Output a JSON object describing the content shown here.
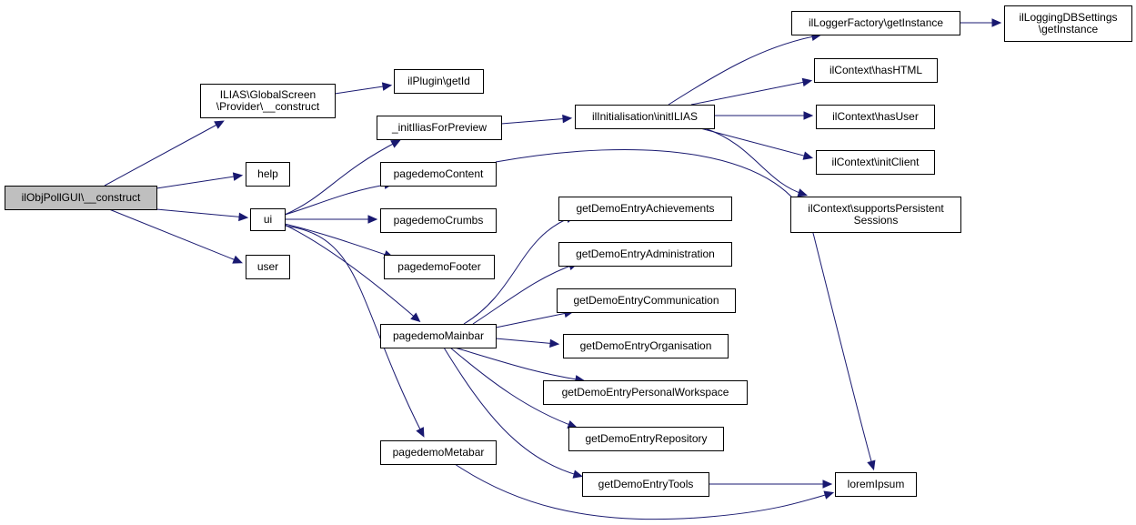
{
  "diagram": {
    "nodes": [
      {
        "id": "root",
        "lines": [
          "ilObjPollGUI\\__construct"
        ],
        "highlight": true
      },
      {
        "id": "gs",
        "lines": [
          "ILIAS\\GlobalScreen",
          "\\Provider\\__construct"
        ]
      },
      {
        "id": "plugin",
        "lines": [
          "ilPlugin\\getId"
        ]
      },
      {
        "id": "help",
        "lines": [
          "help"
        ]
      },
      {
        "id": "ui",
        "lines": [
          "ui"
        ]
      },
      {
        "id": "user",
        "lines": [
          "user"
        ]
      },
      {
        "id": "initIlias",
        "lines": [
          "_initIliasForPreview"
        ]
      },
      {
        "id": "content",
        "lines": [
          "pagedemoContent"
        ]
      },
      {
        "id": "crumbs",
        "lines": [
          "pagedemoCrumbs"
        ]
      },
      {
        "id": "footer",
        "lines": [
          "pagedemoFooter"
        ]
      },
      {
        "id": "mainbar",
        "lines": [
          "pagedemoMainbar"
        ]
      },
      {
        "id": "metabar",
        "lines": [
          "pagedemoMetabar"
        ]
      },
      {
        "id": "initILIAS",
        "lines": [
          "ilInitialisation\\initILIAS"
        ]
      },
      {
        "id": "achieve",
        "lines": [
          "getDemoEntryAchievements"
        ]
      },
      {
        "id": "admin",
        "lines": [
          "getDemoEntryAdministration"
        ]
      },
      {
        "id": "comm",
        "lines": [
          "getDemoEntryCommunication"
        ]
      },
      {
        "id": "org",
        "lines": [
          "getDemoEntryOrganisation"
        ]
      },
      {
        "id": "pws",
        "lines": [
          "getDemoEntryPersonalWorkspace"
        ]
      },
      {
        "id": "repo",
        "lines": [
          "getDemoEntryRepository"
        ]
      },
      {
        "id": "tools",
        "lines": [
          "getDemoEntryTools"
        ]
      },
      {
        "id": "logger",
        "lines": [
          "ilLoggerFactory\\getInstance"
        ]
      },
      {
        "id": "hasHTML",
        "lines": [
          "ilContext\\hasHTML"
        ]
      },
      {
        "id": "hasUser",
        "lines": [
          "ilContext\\hasUser"
        ]
      },
      {
        "id": "initClient",
        "lines": [
          "ilContext\\initClient"
        ]
      },
      {
        "id": "persist",
        "lines": [
          "ilContext\\supportsPersistent",
          "Sessions"
        ]
      },
      {
        "id": "lorem",
        "lines": [
          "loremIpsum"
        ]
      },
      {
        "id": "logdb",
        "lines": [
          "ilLoggingDBSettings",
          "\\getInstance"
        ]
      }
    ],
    "edges": [
      [
        "root",
        "gs"
      ],
      [
        "root",
        "help"
      ],
      [
        "root",
        "ui"
      ],
      [
        "root",
        "user"
      ],
      [
        "gs",
        "plugin"
      ],
      [
        "ui",
        "initIlias"
      ],
      [
        "ui",
        "content"
      ],
      [
        "ui",
        "crumbs"
      ],
      [
        "ui",
        "footer"
      ],
      [
        "ui",
        "mainbar"
      ],
      [
        "ui",
        "metabar"
      ],
      [
        "initIlias",
        "initILIAS"
      ],
      [
        "content",
        "lorem"
      ],
      [
        "initILIAS",
        "logger"
      ],
      [
        "initILIAS",
        "hasHTML"
      ],
      [
        "initILIAS",
        "hasUser"
      ],
      [
        "initILIAS",
        "initClient"
      ],
      [
        "initILIAS",
        "persist"
      ],
      [
        "logger",
        "logdb"
      ],
      [
        "mainbar",
        "achieve"
      ],
      [
        "mainbar",
        "admin"
      ],
      [
        "mainbar",
        "comm"
      ],
      [
        "mainbar",
        "org"
      ],
      [
        "mainbar",
        "pws"
      ],
      [
        "mainbar",
        "repo"
      ],
      [
        "mainbar",
        "tools"
      ],
      [
        "tools",
        "lorem"
      ],
      [
        "metabar",
        "lorem"
      ]
    ],
    "colors": {
      "edge": "#191970",
      "node_fill": "#ffffff",
      "highlight_fill": "#bfbfbf",
      "border": "#000000"
    }
  }
}
